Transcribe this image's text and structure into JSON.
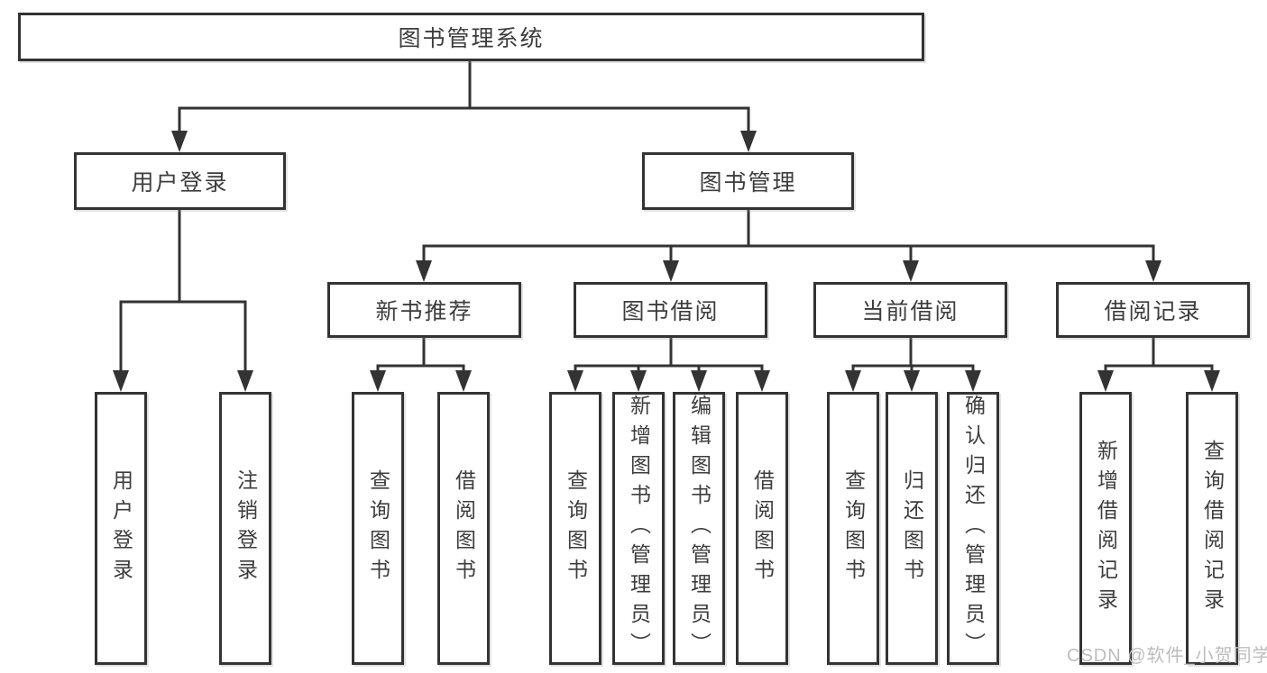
{
  "diagram": {
    "root": {
      "label": "图书管理系统"
    },
    "branches": [
      {
        "label": "用户登录",
        "leaves": [
          {
            "label": "用户登录"
          },
          {
            "label": "注销登录"
          }
        ]
      },
      {
        "label": "图书管理",
        "groups": [
          {
            "label": "新书推荐",
            "leaves": [
              {
                "label": "查询图书"
              },
              {
                "label": "借阅图书"
              }
            ]
          },
          {
            "label": "图书借阅",
            "leaves": [
              {
                "label": "查询图书"
              },
              {
                "label": "新增图书（管理员）"
              },
              {
                "label": "编辑图书（管理员）"
              },
              {
                "label": "借阅图书"
              }
            ]
          },
          {
            "label": "当前借阅",
            "leaves": [
              {
                "label": "查询图书"
              },
              {
                "label": "归还图书"
              },
              {
                "label": "确认归还（管理员）"
              }
            ]
          },
          {
            "label": "借阅记录",
            "leaves": [
              {
                "label": "新增借阅记录"
              },
              {
                "label": "查询借阅记录"
              }
            ]
          }
        ]
      }
    ],
    "colors": {
      "line": "#333333",
      "text": "#3d3d3d",
      "box_background": "#ffffff"
    }
  },
  "watermark": {
    "text": "CSDN @软件_小贺同学",
    "color": "#bdbdbd"
  }
}
